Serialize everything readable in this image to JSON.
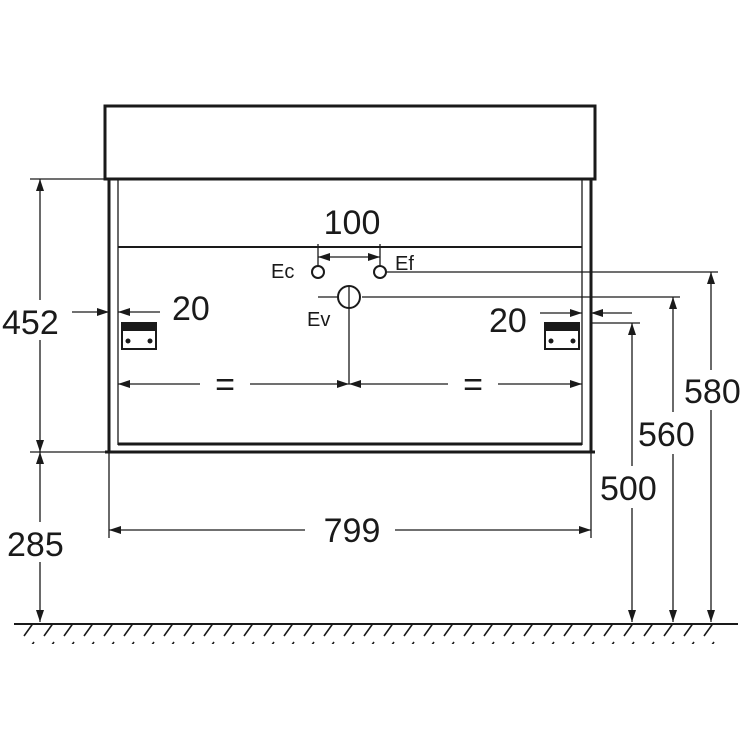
{
  "drawing": {
    "title": "",
    "dimensions": {
      "total_height": "580",
      "waste_height": "560",
      "supply_height": "500",
      "cabinet_height": "452",
      "floor_clearance": "285",
      "width": "799",
      "valve_spacing": "100",
      "left_bracket_offset": "20",
      "right_bracket_offset": "20",
      "equal_left": "=",
      "equal_right": "="
    },
    "labels": {
      "hot_water": "Ec",
      "cold_water": "Ef",
      "waste": "Ev"
    }
  }
}
